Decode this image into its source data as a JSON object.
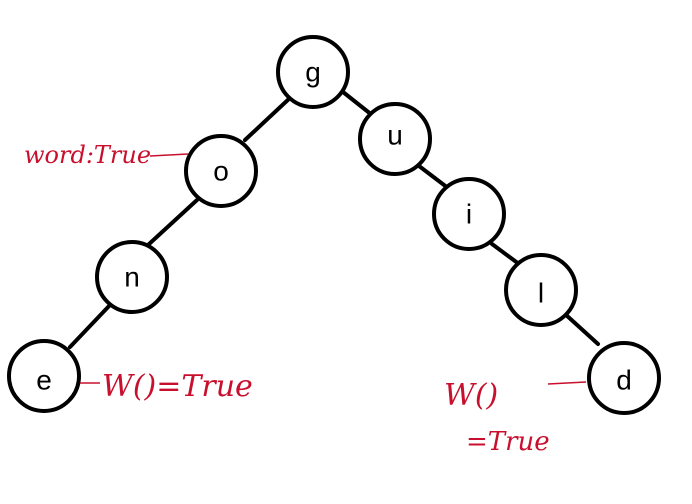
{
  "diagram": {
    "nodes": [
      {
        "id": "g",
        "label": "g"
      },
      {
        "id": "o",
        "label": "o"
      },
      {
        "id": "n",
        "label": "n"
      },
      {
        "id": "e",
        "label": "e"
      },
      {
        "id": "u",
        "label": "u"
      },
      {
        "id": "i",
        "label": "i"
      },
      {
        "id": "l",
        "label": "l"
      },
      {
        "id": "d",
        "label": "d"
      }
    ],
    "edges": [
      [
        "g",
        "o"
      ],
      [
        "o",
        "n"
      ],
      [
        "n",
        "e"
      ],
      [
        "g",
        "u"
      ],
      [
        "u",
        "i"
      ],
      [
        "i",
        "l"
      ],
      [
        "l",
        "d"
      ]
    ],
    "annotations": {
      "o_note": "word:True",
      "e_note": "W()=True",
      "d_note_line1": "W()",
      "d_note_line2": "=True"
    },
    "colors": {
      "node_stroke": "#000000",
      "annotation": "#c8102e"
    }
  }
}
